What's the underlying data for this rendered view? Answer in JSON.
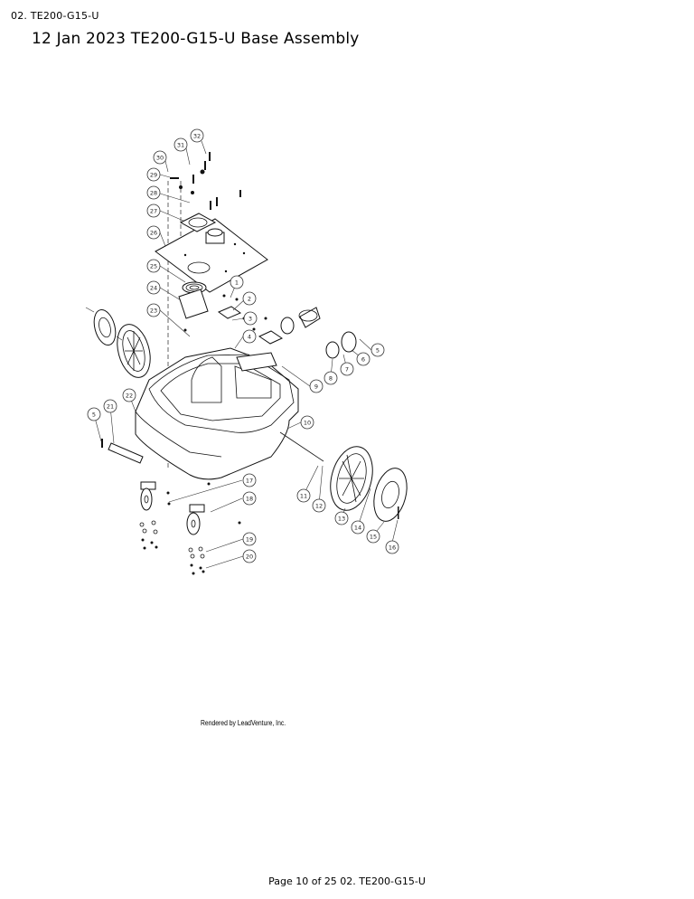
{
  "header": {
    "doc_code": "02. TE200-G15-U"
  },
  "title": "12 Jan 2023 TE200-G15-U Base Assembly",
  "credit": "Rendered by LeadVenture, Inc.",
  "footer": "Page 10 of 25 02. TE200-G15-U",
  "callouts": [
    "1",
    "2",
    "3",
    "4",
    "5",
    "6",
    "7",
    "8",
    "9",
    "10",
    "11",
    "12",
    "13",
    "14",
    "15",
    "16",
    "17",
    "18",
    "19",
    "20",
    "21",
    "22",
    "23",
    "24",
    "25",
    "26",
    "27",
    "28",
    "29",
    "30",
    "31",
    "32",
    "5"
  ]
}
